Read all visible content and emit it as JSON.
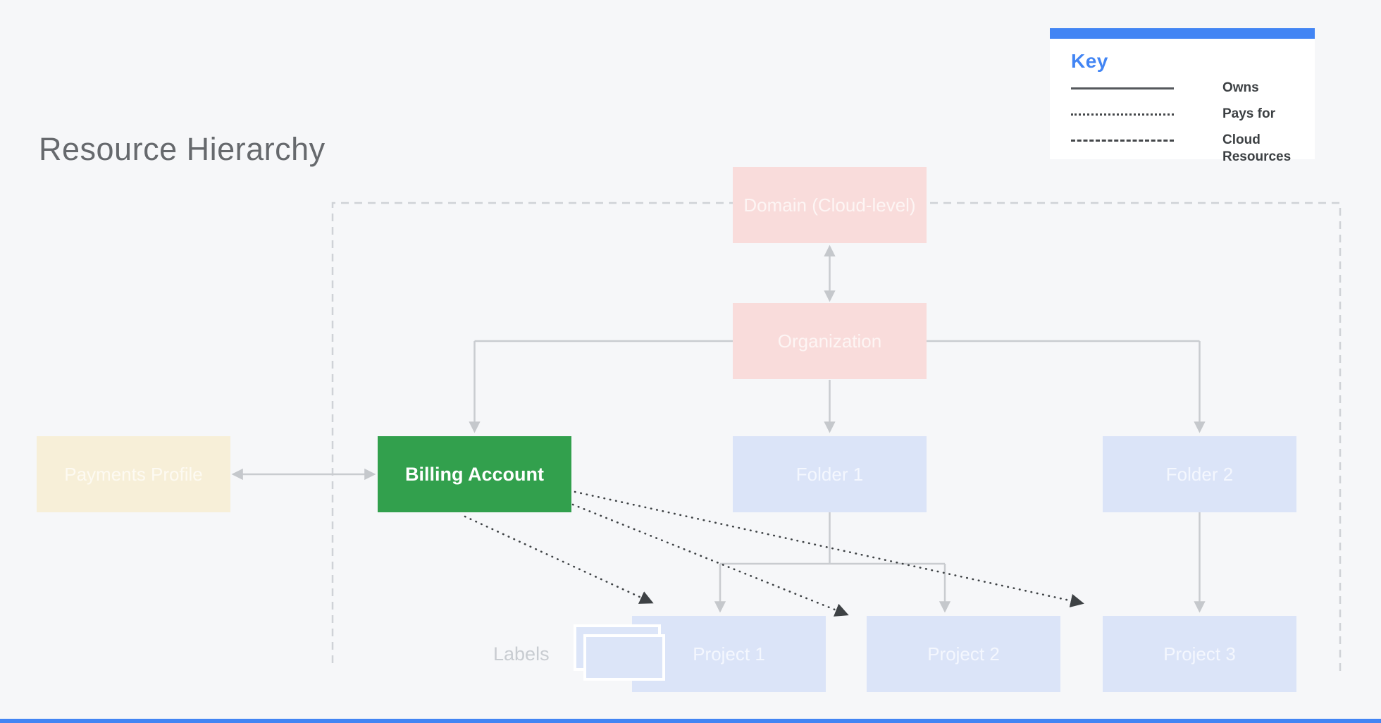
{
  "title": "Resource Hierarchy",
  "key": {
    "title": "Key",
    "entries": [
      {
        "style": "solid",
        "label": "Owns"
      },
      {
        "style": "dotted",
        "label": "Pays for"
      },
      {
        "style": "dashed",
        "label": "Cloud Resources"
      }
    ]
  },
  "nodes": {
    "domain": {
      "label": "Domain (Cloud-level)"
    },
    "organization": {
      "label": "Organization"
    },
    "payments": {
      "label": "Payments Profile"
    },
    "billing": {
      "label": "Billing Account"
    },
    "folder1": {
      "label": "Folder 1"
    },
    "folder2": {
      "label": "Folder 2"
    },
    "project1": {
      "label": "Project 1"
    },
    "project2": {
      "label": "Project 2"
    },
    "project3": {
      "label": "Project 3"
    }
  },
  "labels_caption": "Labels",
  "colors": {
    "background": "#F6F7F9",
    "accent_blue": "#4285F4",
    "node_pink": "#F9DCDB",
    "node_cream": "#F7EFD8",
    "node_green": "#32A04D",
    "node_blue": "#DBE4F8",
    "connector_gray": "#C9CCD0",
    "dashed_boundary": "#CFD2D7",
    "pays_for_dark": "#3E4245",
    "title_gray": "#66696D"
  }
}
